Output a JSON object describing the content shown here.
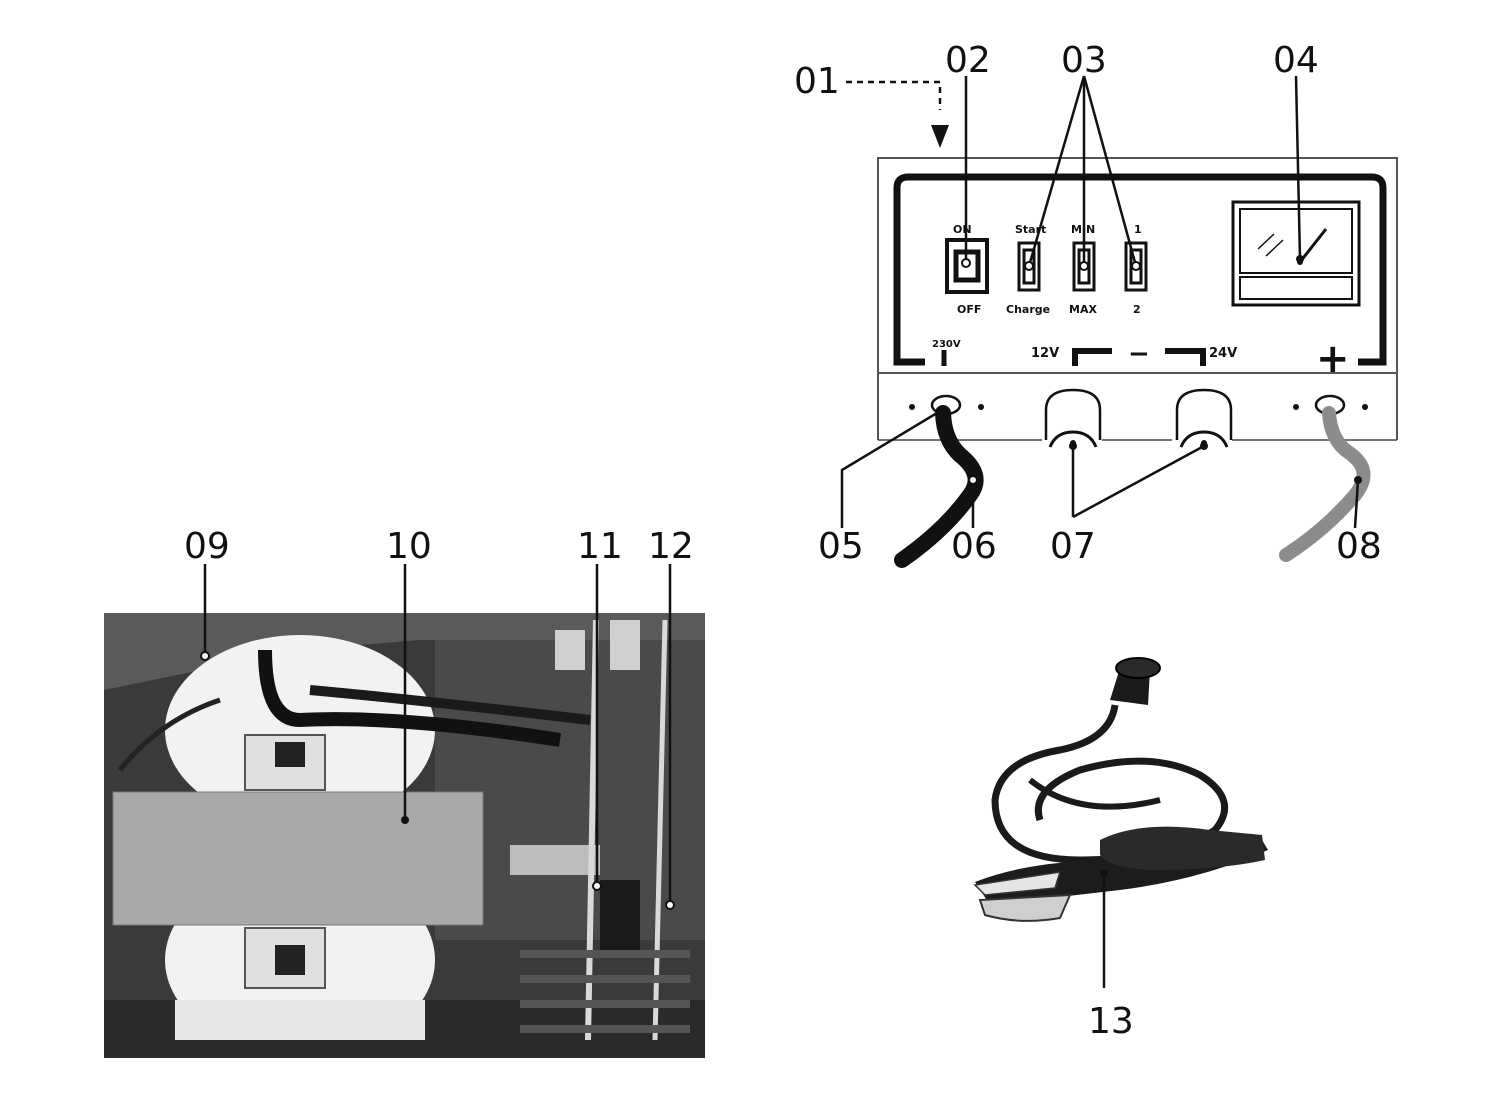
{
  "callouts": {
    "c01": "01",
    "c02": "02",
    "c03": "03",
    "c04": "04",
    "c05": "05",
    "c06": "06",
    "c07": "07",
    "c08": "08",
    "c09": "09",
    "c10": "10",
    "c11": "11",
    "c12": "12",
    "c13": "13"
  },
  "panel": {
    "switch_on": "ON",
    "switch_off": "OFF",
    "mode_top": "Start",
    "mode_bottom": "Charge",
    "rate_top": "MIN",
    "rate_bottom": "MAX",
    "step_top": "1",
    "step_bottom": "2",
    "mains": "230V",
    "v12": "12V",
    "v24": "24V",
    "minus": "−",
    "plus": "+"
  },
  "colors": {
    "ink": "#111111",
    "photo_bg": "#3a3a3a",
    "core": "#a9a9a9",
    "coil": "#f2f2f2",
    "cable_pos": "#8c8c8c"
  },
  "icons": {
    "meter": "ammeter-icon",
    "clamp": "battery-clamp-icon"
  }
}
